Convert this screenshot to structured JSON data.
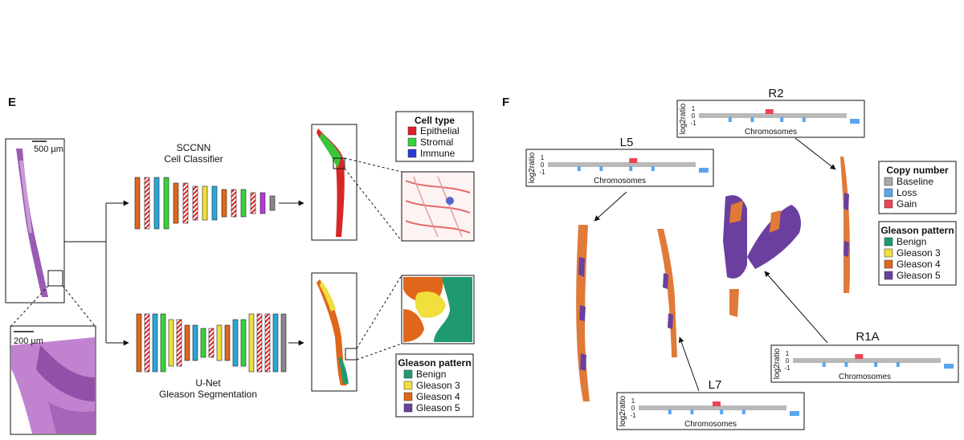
{
  "panel_e": {
    "label": "E",
    "scale_overview": "500 µm",
    "scale_zoom": "200 µm",
    "sccnn": {
      "line1": "SCCNN",
      "line2": "Cell Classifier"
    },
    "unet": {
      "line1": "U-Net",
      "line2": "Gleason Segmentation"
    },
    "cell_type_legend": {
      "title": "Cell type",
      "items": [
        {
          "label": "Epithelial",
          "color": "#e0202a"
        },
        {
          "label": "Stromal",
          "color": "#35d43a"
        },
        {
          "label": "Immune",
          "color": "#2a3ad8"
        }
      ]
    },
    "gleason_legend": {
      "title": "Gleason pattern",
      "items": [
        {
          "label": "Benign",
          "color": "#1f9a6e"
        },
        {
          "label": "Gleason 3",
          "color": "#f0df3c"
        },
        {
          "label": "Gleason 4",
          "color": "#e0661b"
        },
        {
          "label": "Gleason 5",
          "color": "#6a3fa0"
        }
      ]
    }
  },
  "panel_f": {
    "label": "F",
    "plots": [
      {
        "name": "R2",
        "ylabel": "log2ratio",
        "xlabel": "Chromosomes",
        "ticks": [
          "1",
          "0",
          "-1"
        ]
      },
      {
        "name": "L5",
        "ylabel": "log2ratio",
        "xlabel": "Chromosomes",
        "ticks": [
          "1",
          "0",
          "-1"
        ]
      },
      {
        "name": "R1A",
        "ylabel": "log2ratio",
        "xlabel": "Chromosomes",
        "ticks": [
          "1",
          "0",
          "-1"
        ]
      },
      {
        "name": "L7",
        "ylabel": "log2ratio",
        "xlabel": "Chromosomes",
        "ticks": [
          "1",
          "0",
          "-1"
        ]
      }
    ],
    "copy_number_legend": {
      "title": "Copy number",
      "items": [
        {
          "label": "Baseline",
          "color": "#a8a8a8"
        },
        {
          "label": "Loss",
          "color": "#5aa6ee"
        },
        {
          "label": "Gain",
          "color": "#ec4552"
        }
      ]
    },
    "gleason_legend": {
      "title": "Gleason pattern",
      "items": [
        {
          "label": "Benign",
          "color": "#1f9a6e"
        },
        {
          "label": "Gleason 3",
          "color": "#f0df3c"
        },
        {
          "label": "Gleason 4",
          "color": "#e0661b"
        },
        {
          "label": "Gleason 5",
          "color": "#6a3fa0"
        }
      ]
    }
  }
}
